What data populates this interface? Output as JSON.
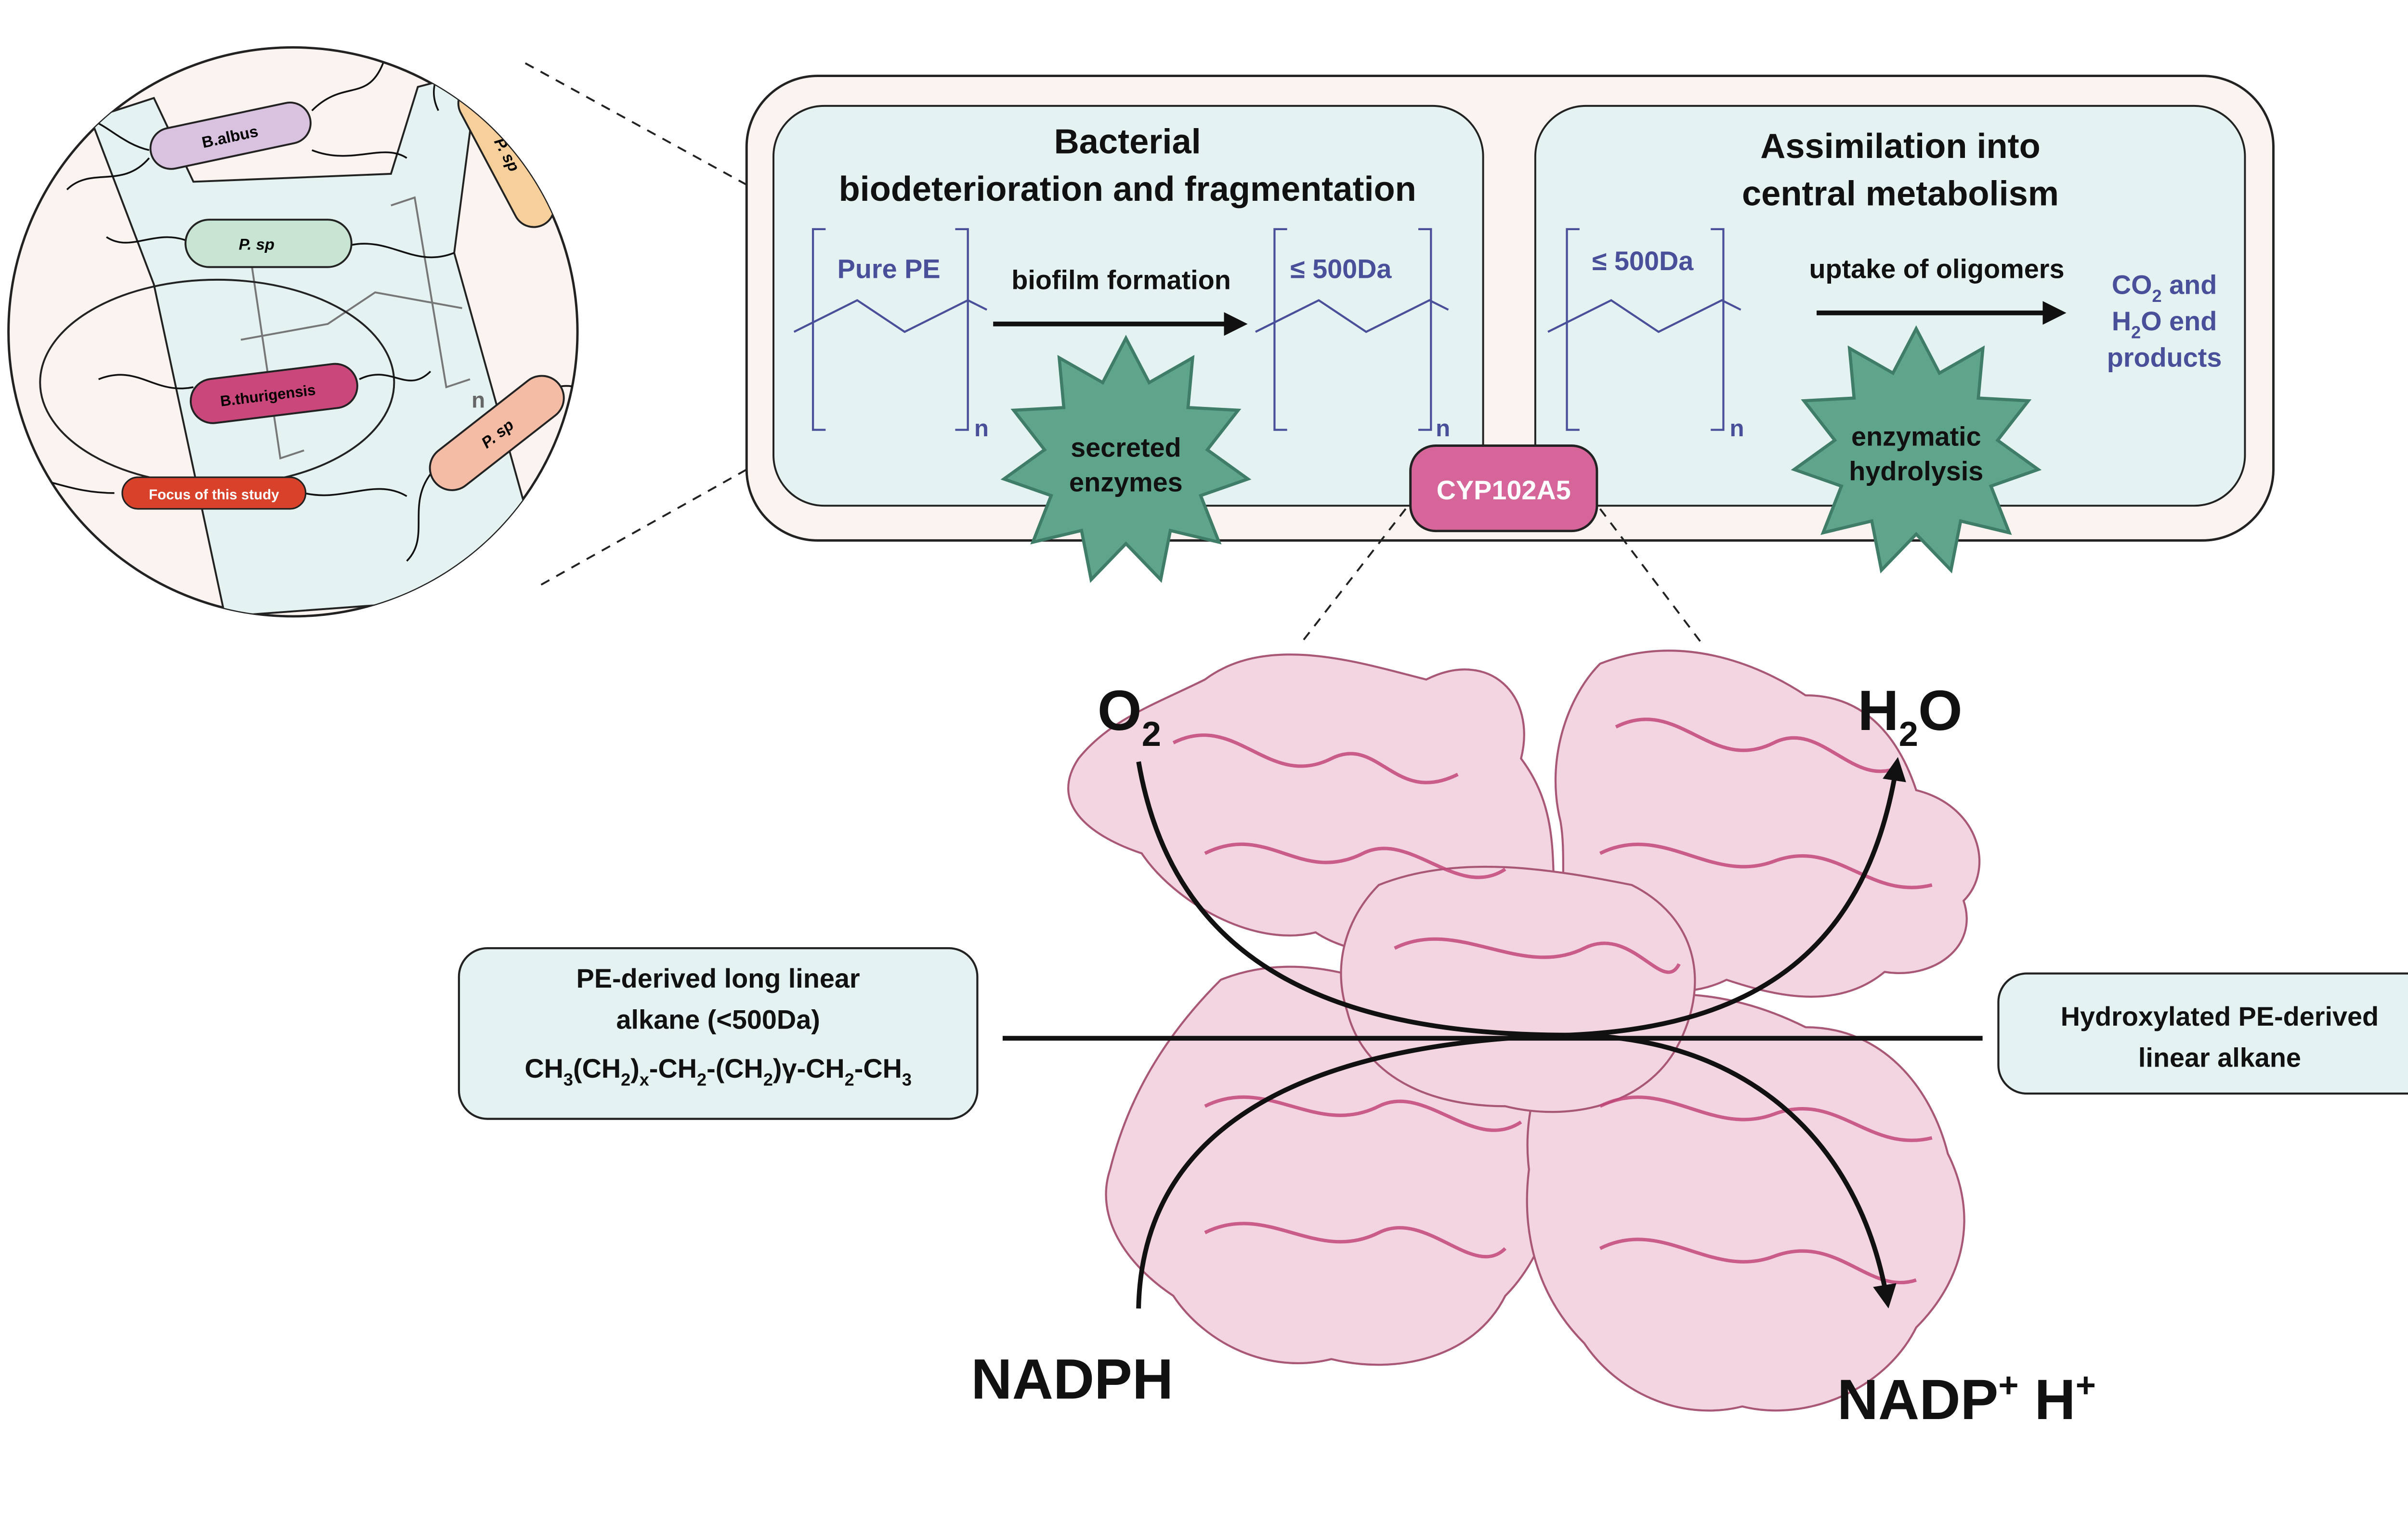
{
  "colors": {
    "panel_fill": "#e4f3f1",
    "outer_fill": "#fbf3ef",
    "enzyme_star": "#5fa58c",
    "cyp_badge": "#d6659a",
    "protein": "#d86a9b",
    "polymer_text": "#4a4f9a",
    "focus_badge": "#d8412a"
  },
  "inset": {
    "bacteria": {
      "b_albus": "B.albus",
      "p_sp_top": "P. sp",
      "p_sp_left": "P. sp",
      "b_thurigensis": "B.thurigensis",
      "p_sp_bottom": "P. sp"
    },
    "repeat_n": "n",
    "focus_label": "Focus of this study"
  },
  "panel_left": {
    "title_line1": "Bacterial",
    "title_line2": "biodeterioration and fragmentation",
    "polymer1_label": "Pure PE",
    "arrow_label": "biofilm formation",
    "polymer2_label": "≤ 500Da",
    "n1": "n",
    "n2": "n",
    "star_label_line1": "secreted",
    "star_label_line2": "enzymes"
  },
  "panel_right": {
    "title_line1": "Assimilation into",
    "title_line2": "central metabolism",
    "polymer_label": "≤ 500Da",
    "n": "n",
    "arrow_label": "uptake of oligomers",
    "products_co": "CO",
    "products_co_sub": "2",
    "products_and": " and",
    "products_h": "H",
    "products_h_sub": "2",
    "products_o_end": "O end",
    "products_line3": "products",
    "star_label_line1": "enzymatic",
    "star_label_line2": "hydrolysis"
  },
  "enzyme_badge": "CYP102A5",
  "reaction": {
    "o2_main": "O",
    "o2_sub": "2",
    "h2o_h": "H",
    "h2o_sub": "2",
    "h2o_o": "O",
    "nadph": "NADPH",
    "nadp_main": "NADP",
    "nadp_sup": "+",
    "h_main": " H",
    "h_sup": "+"
  },
  "substrate_box": {
    "line1": "PE-derived long linear",
    "line2": "alkane (<500Da)",
    "f1": "CH",
    "f1s": "3",
    "f2": "(CH",
    "f2s": "2",
    "f3": ")",
    "f3s": "x",
    "f4": "-CH",
    "f4s": "2",
    "f5": "-(CH",
    "f5s": "2",
    "f6": ")γ-CH",
    "f6s": "2",
    "f7": "-CH",
    "f7s": "3"
  },
  "product_box": {
    "line1": "Hydroxylated PE-derived",
    "line2": "linear alkane"
  }
}
